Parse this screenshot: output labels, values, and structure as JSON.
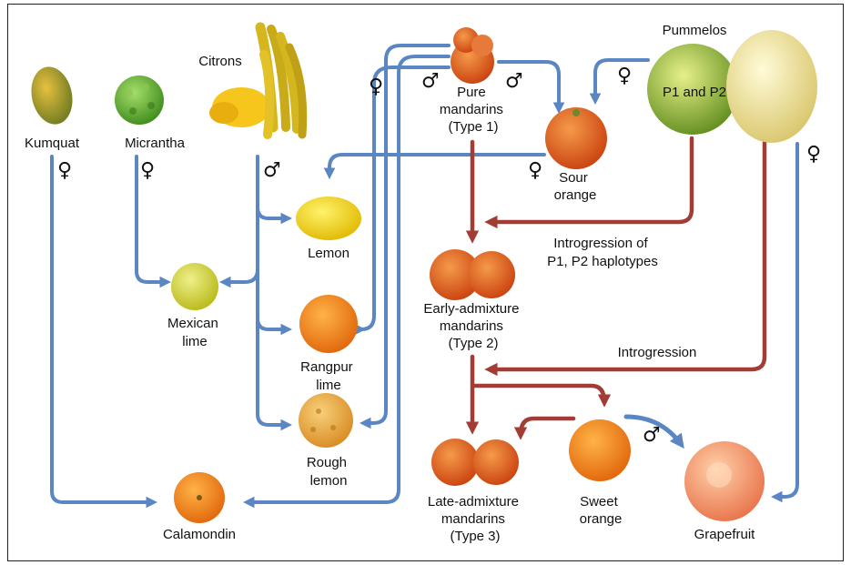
{
  "nodes": {
    "kumquat": [
      "Kumquat"
    ],
    "micrantha": [
      "Micrantha"
    ],
    "citrons": [
      "Citrons"
    ],
    "pure_mandarins": [
      "Pure",
      "mandarins",
      "(Type 1)"
    ],
    "pummelos": [
      "Pummelos"
    ],
    "pummelo_inner": [
      "P1 and P2"
    ],
    "sour_orange": [
      "Sour",
      "orange"
    ],
    "lemon": [
      "Lemon"
    ],
    "mexican_lime": [
      "Mexican",
      "lime"
    ],
    "rangpur_lime": [
      "Rangpur",
      "lime"
    ],
    "rough_lemon": [
      "Rough",
      "lemon"
    ],
    "calamondin": [
      "Calamondin"
    ],
    "early_admixture": [
      "Early-admixture",
      "mandarins",
      "(Type 2)"
    ],
    "late_admixture": [
      "Late-admixture",
      "mandarins",
      "(Type 3)"
    ],
    "sweet_orange": [
      "Sweet",
      "orange"
    ],
    "grapefruit": [
      "Grapefruit"
    ]
  },
  "edge_labels": {
    "introgression_p": [
      "Introgression of",
      "P1, P2 haplotypes"
    ],
    "introgression": [
      "Introgression"
    ]
  },
  "symbols": {
    "female": "♀",
    "male": "♂"
  },
  "colors": {
    "maternal_arrow": "#5b86c4",
    "admixture_arrow": "#a23c35"
  }
}
